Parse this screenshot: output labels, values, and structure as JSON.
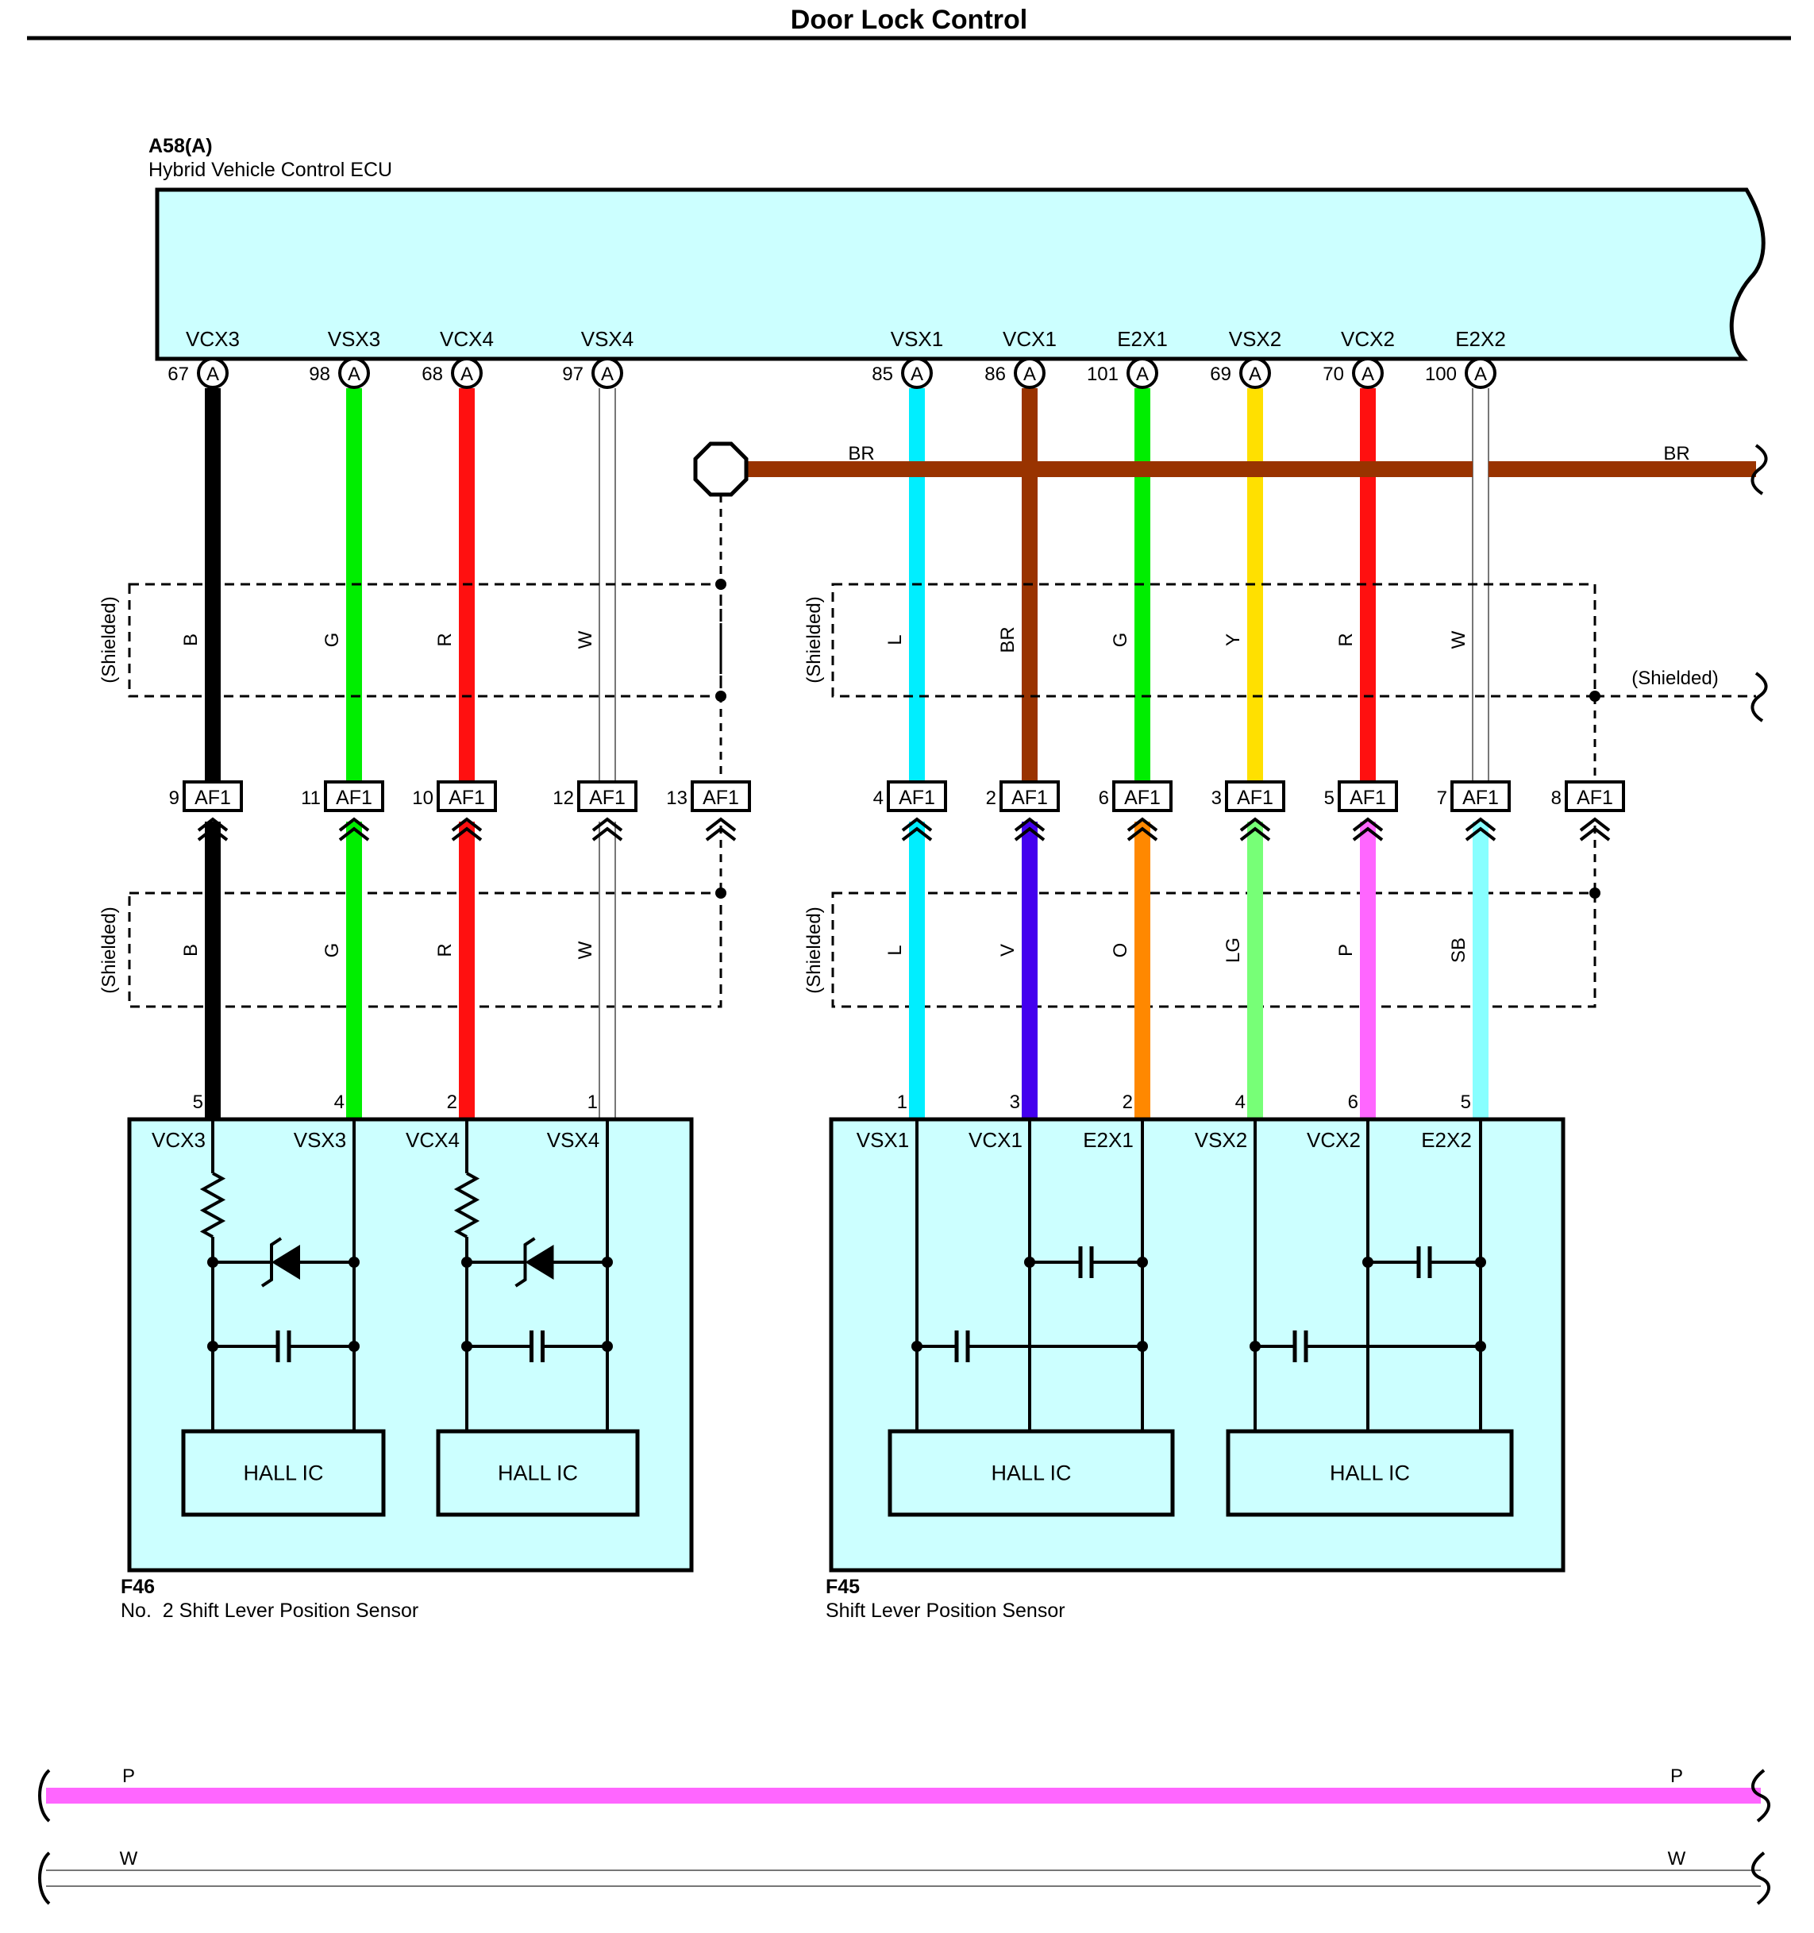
{
  "title": "Door Lock Control",
  "ecu": {
    "connector": "A58(A)",
    "name": "Hybrid Vehicle Control ECU",
    "connector_letter": "A",
    "pins": [
      {
        "name": "VCX3",
        "number": "67",
        "color": "#000000"
      },
      {
        "name": "VSX3",
        "number": "98",
        "color": "#00ee00"
      },
      {
        "name": "VCX4",
        "number": "68",
        "color": "#ff1010"
      },
      {
        "name": "VSX4",
        "number": "97",
        "color": "#ffffff"
      },
      {
        "name": "VSX1",
        "number": "85",
        "color": "#00eeff"
      },
      {
        "name": "VCX1",
        "number": "86",
        "color": "#993300"
      },
      {
        "name": "E2X1",
        "number": "101",
        "color": "#00ee00"
      },
      {
        "name": "VSX2",
        "number": "69",
        "color": "#ffe000"
      },
      {
        "name": "VCX2",
        "number": "70",
        "color": "#ff1010"
      },
      {
        "name": "E2X2",
        "number": "100",
        "color": "#ffffff"
      }
    ]
  },
  "ground_bus": {
    "label_left": "BR",
    "label_right": "BR",
    "color": "#993300"
  },
  "shield_label": "(Shielded)",
  "upper_wires_left": [
    "B",
    "G",
    "R",
    "W"
  ],
  "upper_wires_right": [
    "L",
    "BR",
    "G",
    "Y",
    "R",
    "W"
  ],
  "lower_wires_left": [
    "B",
    "G",
    "R",
    "W"
  ],
  "lower_wires_right": [
    "L",
    "V",
    "O",
    "LG",
    "P",
    "SB"
  ],
  "lower_colors_right": [
    "#00eeff",
    "#4400ee",
    "#ff8800",
    "#77ff77",
    "#ff66ff",
    "#88ffff"
  ],
  "inline_connector": {
    "name": "AF1",
    "pins": [
      "9",
      "11",
      "10",
      "12",
      "13",
      "4",
      "2",
      "6",
      "3",
      "5",
      "7",
      "8"
    ]
  },
  "sensor_left": {
    "connector": "F46",
    "name": "No.  2 Shift Lever Position Sensor",
    "pin_numbers": [
      "5",
      "4",
      "2",
      "1"
    ],
    "pin_labels": [
      "VCX3",
      "VSX3",
      "VCX4",
      "VSX4"
    ],
    "ic_labels": [
      "HALL IC",
      "HALL IC"
    ]
  },
  "sensor_right": {
    "connector": "F45",
    "name": "Shift Lever Position Sensor",
    "pin_numbers": [
      "1",
      "3",
      "2",
      "4",
      "6",
      "5"
    ],
    "pin_labels": [
      "VSX1",
      "VCX1",
      "E2X1",
      "VSX2",
      "VCX2",
      "E2X2"
    ],
    "ic_labels": [
      "HALL IC",
      "HALL IC"
    ]
  },
  "bottom_wires": [
    {
      "label": "P",
      "color": "#ff66ff"
    },
    {
      "label": "W",
      "color": "#ffffff"
    }
  ],
  "colors": {
    "box_fill": "#ccffff",
    "outline": "#000000"
  }
}
